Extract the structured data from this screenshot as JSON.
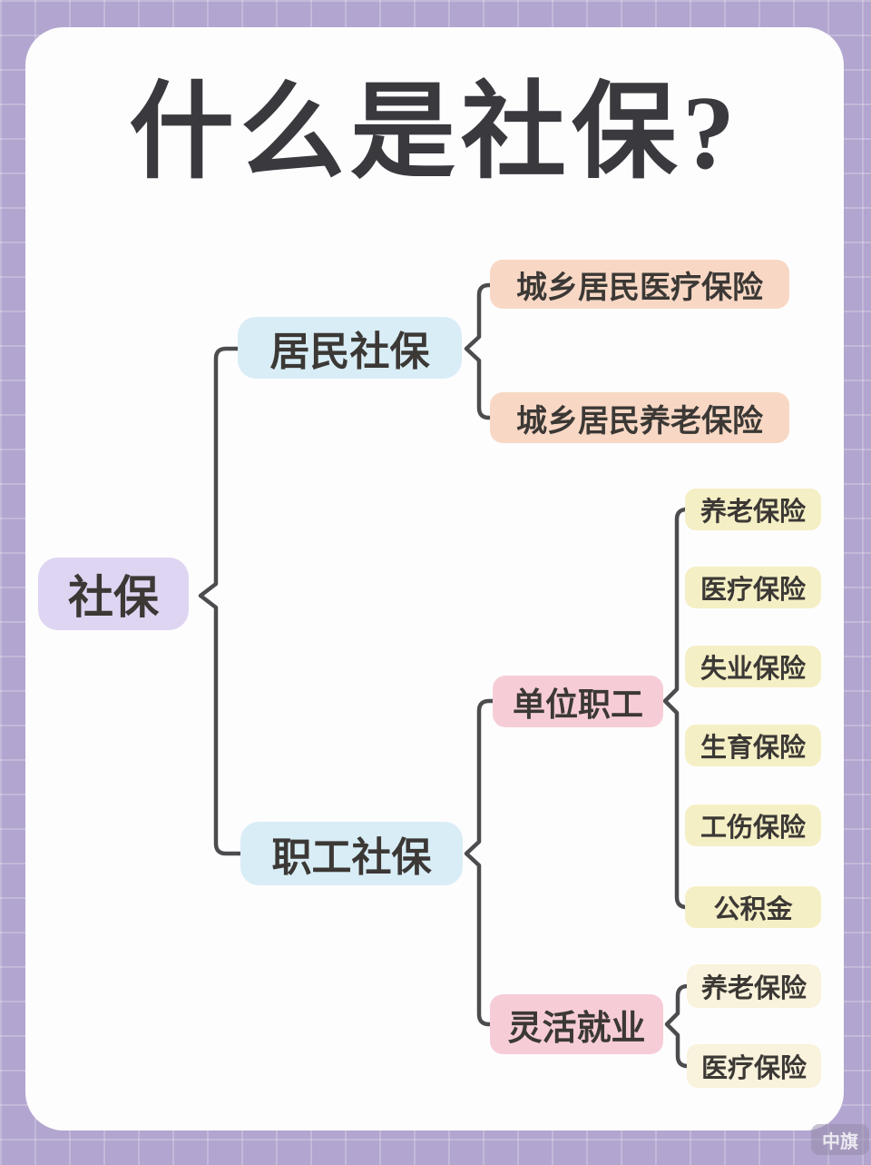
{
  "title": "什么是社保?",
  "watermark": "中旗",
  "colors": {
    "page_background": "#b2a5cf",
    "card_background": "#fefdfe",
    "root_node": "#ded5f2",
    "level1_node": "#d9edf6",
    "resident_child_node": "#f8d8c5",
    "employee_child_node": "#f6cdd7",
    "unit_child_node": "#f5efc5",
    "flexible_child_node": "#f9f2dc",
    "connector": "#4c4c4f",
    "text": "#3b3835"
  },
  "nodes": {
    "root": "社保",
    "resident": "居民社保",
    "resident_children": [
      "城乡居民医疗保险",
      "城乡居民养老保险"
    ],
    "employee": "职工社保",
    "unit": "单位职工",
    "unit_children": [
      "养老保险",
      "医疗保险",
      "失业保险",
      "生育保险",
      "工伤保险",
      "公积金"
    ],
    "flexible": "灵活就业",
    "flexible_children": [
      "养老保险",
      "医疗保险"
    ]
  }
}
